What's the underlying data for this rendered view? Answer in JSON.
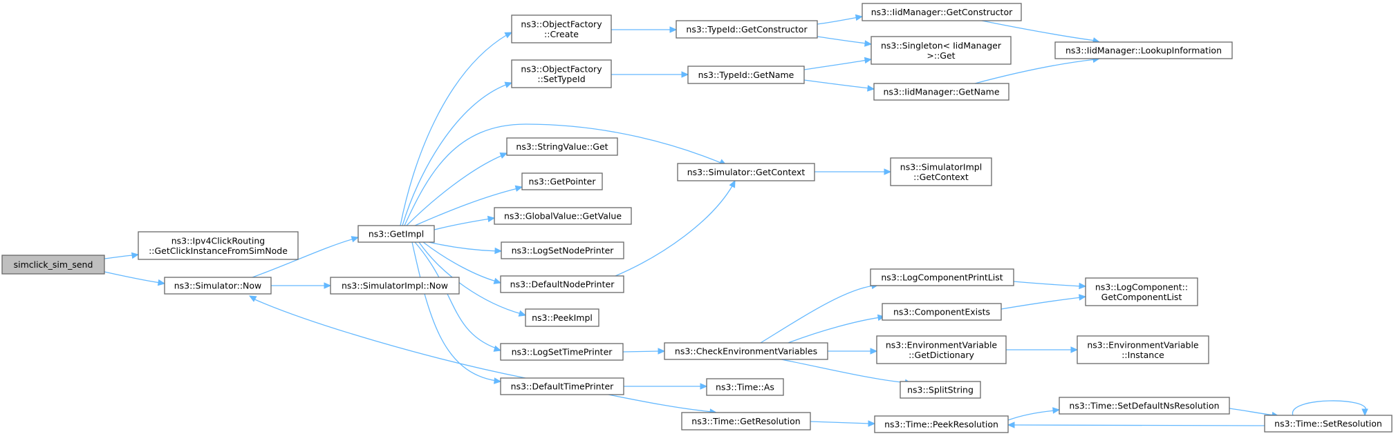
{
  "graph": {
    "root": "simclick_sim_send",
    "nodes": [
      {
        "id": "root",
        "lines": [
          "simclick_sim_send"
        ],
        "is_root": true
      },
      {
        "id": "ipv4click",
        "lines": [
          "ns3::Ipv4ClickRouting",
          "::GetClickInstanceFromSimNode"
        ]
      },
      {
        "id": "now",
        "lines": [
          "ns3::Simulator::Now"
        ]
      },
      {
        "id": "implnow",
        "lines": [
          "ns3::SimulatorImpl::Now"
        ]
      },
      {
        "id": "getimpl",
        "lines": [
          "ns3::GetImpl"
        ]
      },
      {
        "id": "ofcreate",
        "lines": [
          "ns3::ObjectFactory",
          "::Create"
        ]
      },
      {
        "id": "ofsettype",
        "lines": [
          "ns3::ObjectFactory",
          "::SetTypeId"
        ]
      },
      {
        "id": "strget",
        "lines": [
          "ns3::StringValue::Get"
        ]
      },
      {
        "id": "getptr",
        "lines": [
          "ns3::GetPointer"
        ]
      },
      {
        "id": "gvget",
        "lines": [
          "ns3::GlobalValue::GetValue"
        ]
      },
      {
        "id": "logsetnode",
        "lines": [
          "ns3::LogSetNodePrinter"
        ]
      },
      {
        "id": "defnode",
        "lines": [
          "ns3::DefaultNodePrinter"
        ]
      },
      {
        "id": "peekimpl",
        "lines": [
          "ns3::PeekImpl"
        ]
      },
      {
        "id": "logsettime",
        "lines": [
          "ns3::LogSetTimePrinter"
        ]
      },
      {
        "id": "deftime",
        "lines": [
          "ns3::DefaultTimePrinter"
        ]
      },
      {
        "id": "tidctor",
        "lines": [
          "ns3::TypeId::GetConstructor"
        ]
      },
      {
        "id": "tidname",
        "lines": [
          "ns3::TypeId::GetName"
        ]
      },
      {
        "id": "simctx",
        "lines": [
          "ns3::Simulator::GetContext"
        ]
      },
      {
        "id": "checkenv",
        "lines": [
          "ns3::CheckEnvironmentVariables"
        ]
      },
      {
        "id": "timeas",
        "lines": [
          "ns3::Time::As"
        ]
      },
      {
        "id": "timegetres",
        "lines": [
          "ns3::Time::GetResolution"
        ]
      },
      {
        "id": "iidctor",
        "lines": [
          "ns3::IidManager::GetConstructor"
        ]
      },
      {
        "id": "singleton",
        "lines": [
          "ns3::Singleton< IidManager",
          " >::Get"
        ]
      },
      {
        "id": "iidname",
        "lines": [
          "ns3::IidManager::GetName"
        ]
      },
      {
        "id": "implctx",
        "lines": [
          "ns3::SimulatorImpl",
          "::GetContext"
        ]
      },
      {
        "id": "logcpl",
        "lines": [
          "ns3::LogComponentPrintList"
        ]
      },
      {
        "id": "compexists",
        "lines": [
          "ns3::ComponentExists"
        ]
      },
      {
        "id": "envdict",
        "lines": [
          "ns3::EnvironmentVariable",
          "::GetDictionary"
        ]
      },
      {
        "id": "splitstr",
        "lines": [
          "ns3::SplitString"
        ]
      },
      {
        "id": "peekres",
        "lines": [
          "ns3::Time::PeekResolution"
        ]
      },
      {
        "id": "iidlookup",
        "lines": [
          "ns3::IidManager::LookupInformation"
        ]
      },
      {
        "id": "lcgetlist",
        "lines": [
          "ns3::LogComponent::",
          "GetComponentList"
        ]
      },
      {
        "id": "envinst",
        "lines": [
          "ns3::EnvironmentVariable",
          "::Instance"
        ]
      },
      {
        "id": "setdefres",
        "lines": [
          "ns3::Time::SetDefaultNsResolution"
        ]
      },
      {
        "id": "setres",
        "lines": [
          "ns3::Time::SetResolution"
        ]
      }
    ],
    "edges": [
      [
        "root",
        "ipv4click"
      ],
      [
        "root",
        "now"
      ],
      [
        "now",
        "implnow"
      ],
      [
        "now",
        "getimpl"
      ],
      [
        "getimpl",
        "ofcreate"
      ],
      [
        "getimpl",
        "ofsettype"
      ],
      [
        "getimpl",
        "simctx"
      ],
      [
        "getimpl",
        "strget"
      ],
      [
        "getimpl",
        "getptr"
      ],
      [
        "getimpl",
        "gvget"
      ],
      [
        "getimpl",
        "logsetnode"
      ],
      [
        "getimpl",
        "defnode"
      ],
      [
        "getimpl",
        "peekimpl"
      ],
      [
        "getimpl",
        "logsettime"
      ],
      [
        "getimpl",
        "deftime"
      ],
      [
        "ofcreate",
        "tidctor"
      ],
      [
        "ofsettype",
        "tidname"
      ],
      [
        "tidctor",
        "iidctor"
      ],
      [
        "tidctor",
        "singleton"
      ],
      [
        "tidname",
        "singleton"
      ],
      [
        "tidname",
        "iidname"
      ],
      [
        "iidctor",
        "iidlookup"
      ],
      [
        "iidname",
        "iidlookup"
      ],
      [
        "simctx",
        "implctx"
      ],
      [
        "defnode",
        "simctx"
      ],
      [
        "deftime",
        "now"
      ],
      [
        "logsettime",
        "checkenv"
      ],
      [
        "checkenv",
        "logcpl"
      ],
      [
        "checkenv",
        "compexists"
      ],
      [
        "checkenv",
        "envdict"
      ],
      [
        "checkenv",
        "splitstr"
      ],
      [
        "logcpl",
        "lcgetlist"
      ],
      [
        "compexists",
        "lcgetlist"
      ],
      [
        "envdict",
        "envinst"
      ],
      [
        "deftime",
        "timeas"
      ],
      [
        "deftime",
        "timegetres"
      ],
      [
        "timegetres",
        "peekres"
      ],
      [
        "peekres",
        "setdefres"
      ],
      [
        "setdefres",
        "setres"
      ],
      [
        "setres",
        "peekres"
      ],
      [
        "setres",
        "setres"
      ]
    ]
  }
}
